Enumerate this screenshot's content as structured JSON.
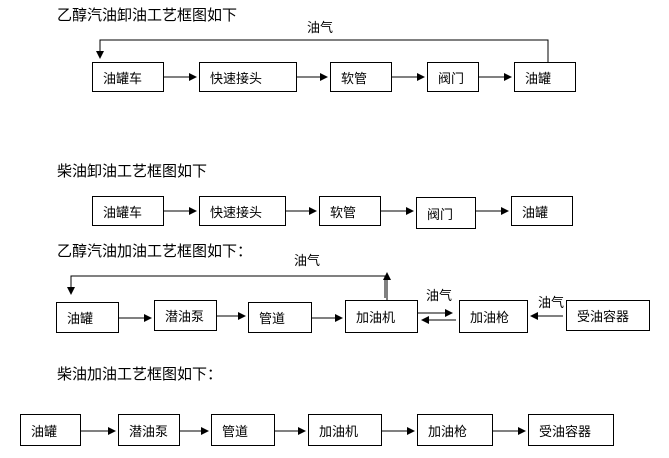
{
  "section1": {
    "title": "乙醇汽油卸油工艺框图如下",
    "nodes": [
      "油罐车",
      "快速接头",
      "软管",
      "阀门",
      "油罐"
    ],
    "return_label": "油气"
  },
  "section2": {
    "title": "柴油卸油工艺框图如下",
    "nodes": [
      "油罐车",
      "快速接头",
      "软管",
      "阀门",
      "油罐"
    ]
  },
  "section3": {
    "title": "乙醇汽油加油工艺框图如下：",
    "nodes": [
      "油罐",
      "潜油泵",
      "管道",
      "加油机",
      "加油枪",
      "受油容器"
    ],
    "vapor_labels": [
      "油气",
      "油气",
      "油气"
    ]
  },
  "section4": {
    "title": "柴油加油工艺框图如下：",
    "nodes": [
      "油罐",
      "潜油泵",
      "管道",
      "加油机",
      "加油枪",
      "受油容器"
    ]
  }
}
